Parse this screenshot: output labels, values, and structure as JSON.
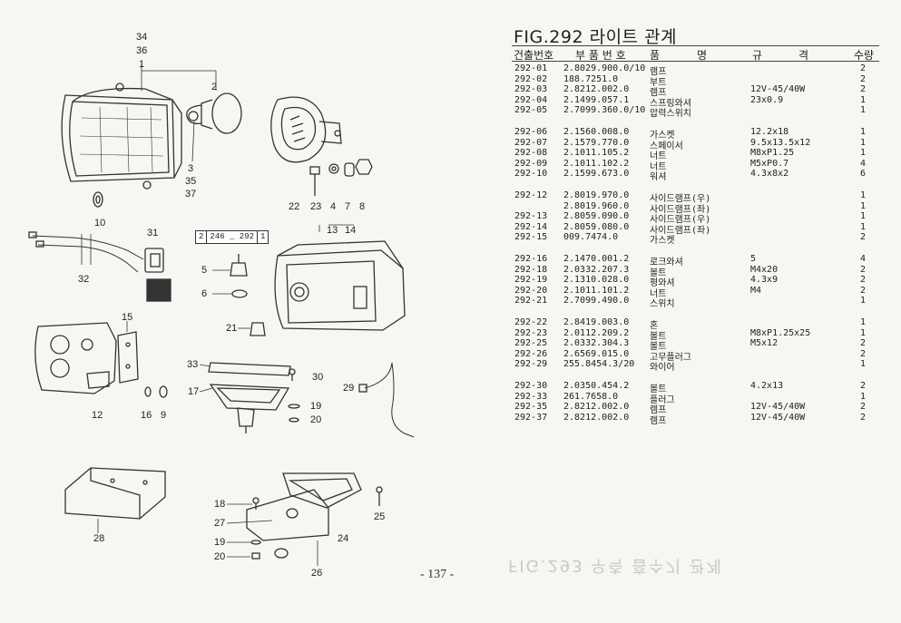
{
  "page": {
    "title": "FIG.292 라이트 관계",
    "number": "- 137 -",
    "ref_box": [
      "2",
      "246 _ 292",
      "1"
    ]
  },
  "headers": {
    "build_no": "건출번호",
    "part_no": "부 품 번 호",
    "name_a": "품",
    "name_b": "명",
    "spec_a": "규",
    "spec_b": "격",
    "qty": "수량"
  },
  "parts": [
    {
      "build": "292-01",
      "part": "2.8029.900.0/10",
      "name": "램프",
      "spec": "",
      "qty": "2"
    },
    {
      "build": "292-02",
      "part": "188.7251.0",
      "name": "부트",
      "spec": "",
      "qty": "2"
    },
    {
      "build": "292-03",
      "part": "2.8212.002.0",
      "name": "렘프",
      "spec": "12V-45/40W",
      "qty": "2"
    },
    {
      "build": "292-04",
      "part": "2.1499.057.1",
      "name": "스프링와셔",
      "spec": "23x0.9",
      "qty": "1"
    },
    {
      "build": "292-05",
      "part": "2.7099.360.0/10",
      "name": "압력스위치",
      "spec": "",
      "qty": "1"
    },
    {
      "build": "292-06",
      "part": "2.1560.008.0",
      "name": "가스켓",
      "spec": "12.2x18",
      "qty": "1"
    },
    {
      "build": "292-07",
      "part": "2.1579.770.0",
      "name": "스페이서",
      "spec": "9.5x13.5x12",
      "qty": "1"
    },
    {
      "build": "292-08",
      "part": "2.1011.105.2",
      "name": "너트",
      "spec": "M8xP1.25",
      "qty": "1"
    },
    {
      "build": "292-09",
      "part": "2.1011.102.2",
      "name": "너트",
      "spec": "M5xP0.7",
      "qty": "4"
    },
    {
      "build": "292-10",
      "part": "2.1599.673.0",
      "name": "워셔",
      "spec": "4.3x8x2",
      "qty": "6"
    },
    {
      "build": "292-12",
      "part": "2.8019.970.0",
      "name": "사이드램프(우)",
      "spec": "",
      "qty": "1"
    },
    {
      "build": "",
      "part": "2.8019.960.0",
      "name": "사이드램프(좌)",
      "spec": "",
      "qty": "1"
    },
    {
      "build": "292-13",
      "part": "2.8059.090.0",
      "name": "사이드램프(우)",
      "spec": "",
      "qty": "1"
    },
    {
      "build": "292-14",
      "part": "2.8059.080.0",
      "name": "사이드램프(좌)",
      "spec": "",
      "qty": "1"
    },
    {
      "build": "292-15",
      "part": "009.7474.0",
      "name": "가스켓",
      "spec": "",
      "qty": "2"
    },
    {
      "build": "292-16",
      "part": "2.1470.001.2",
      "name": "로크와셔",
      "spec": "5",
      "qty": "4"
    },
    {
      "build": "292-18",
      "part": "2.0332.207.3",
      "name": "볼트",
      "spec": "M4x20",
      "qty": "2"
    },
    {
      "build": "292-19",
      "part": "2.1310.028.0",
      "name": "평와셔",
      "spec": "4.3x9",
      "qty": "2"
    },
    {
      "build": "292-20",
      "part": "2.1011.101.2",
      "name": "너트",
      "spec": "M4",
      "qty": "2"
    },
    {
      "build": "292-21",
      "part": "2.7099.490.0",
      "name": "스위치",
      "spec": "",
      "qty": "1"
    },
    {
      "build": "292-22",
      "part": "2.8419.003.0",
      "name": "혼",
      "spec": "",
      "qty": "1"
    },
    {
      "build": "292-23",
      "part": "2.0112.209.2",
      "name": "볼트",
      "spec": "M8xP1.25x25",
      "qty": "1"
    },
    {
      "build": "292-25",
      "part": "2.0332.304.3",
      "name": "볼트",
      "spec": "M5x12",
      "qty": "2"
    },
    {
      "build": "292-26",
      "part": "2.6569.015.0",
      "name": "고무플러그",
      "spec": "",
      "qty": "2"
    },
    {
      "build": "292-29",
      "part": "255.8454.3/20",
      "name": "와이어",
      "spec": "",
      "qty": "1"
    },
    {
      "build": "292-30",
      "part": "2.0350.454.2",
      "name": "볼트",
      "spec": "4.2x13",
      "qty": "2"
    },
    {
      "build": "292-33",
      "part": "261.7658.0",
      "name": "플러그",
      "spec": "",
      "qty": "1"
    },
    {
      "build": "292-35",
      "part": "2.8212.002.0",
      "name": "렘프",
      "spec": "12V-45/40W",
      "qty": "2"
    },
    {
      "build": "292-37",
      "part": "2.8212.002.0",
      "name": "렘프",
      "spec": "12V-45/40W",
      "qty": "2"
    }
  ],
  "diagram_labels": [
    "34",
    "36",
    "1",
    "2",
    "3",
    "35",
    "37",
    "22",
    "23",
    "4",
    "7",
    "8",
    "10",
    "31",
    "32",
    "13",
    "14",
    "5",
    "6",
    "15",
    "21",
    "33",
    "30",
    "17",
    "19",
    "20",
    "29",
    "12",
    "16",
    "9",
    "18",
    "27",
    "25",
    "24",
    "28",
    "26"
  ]
}
